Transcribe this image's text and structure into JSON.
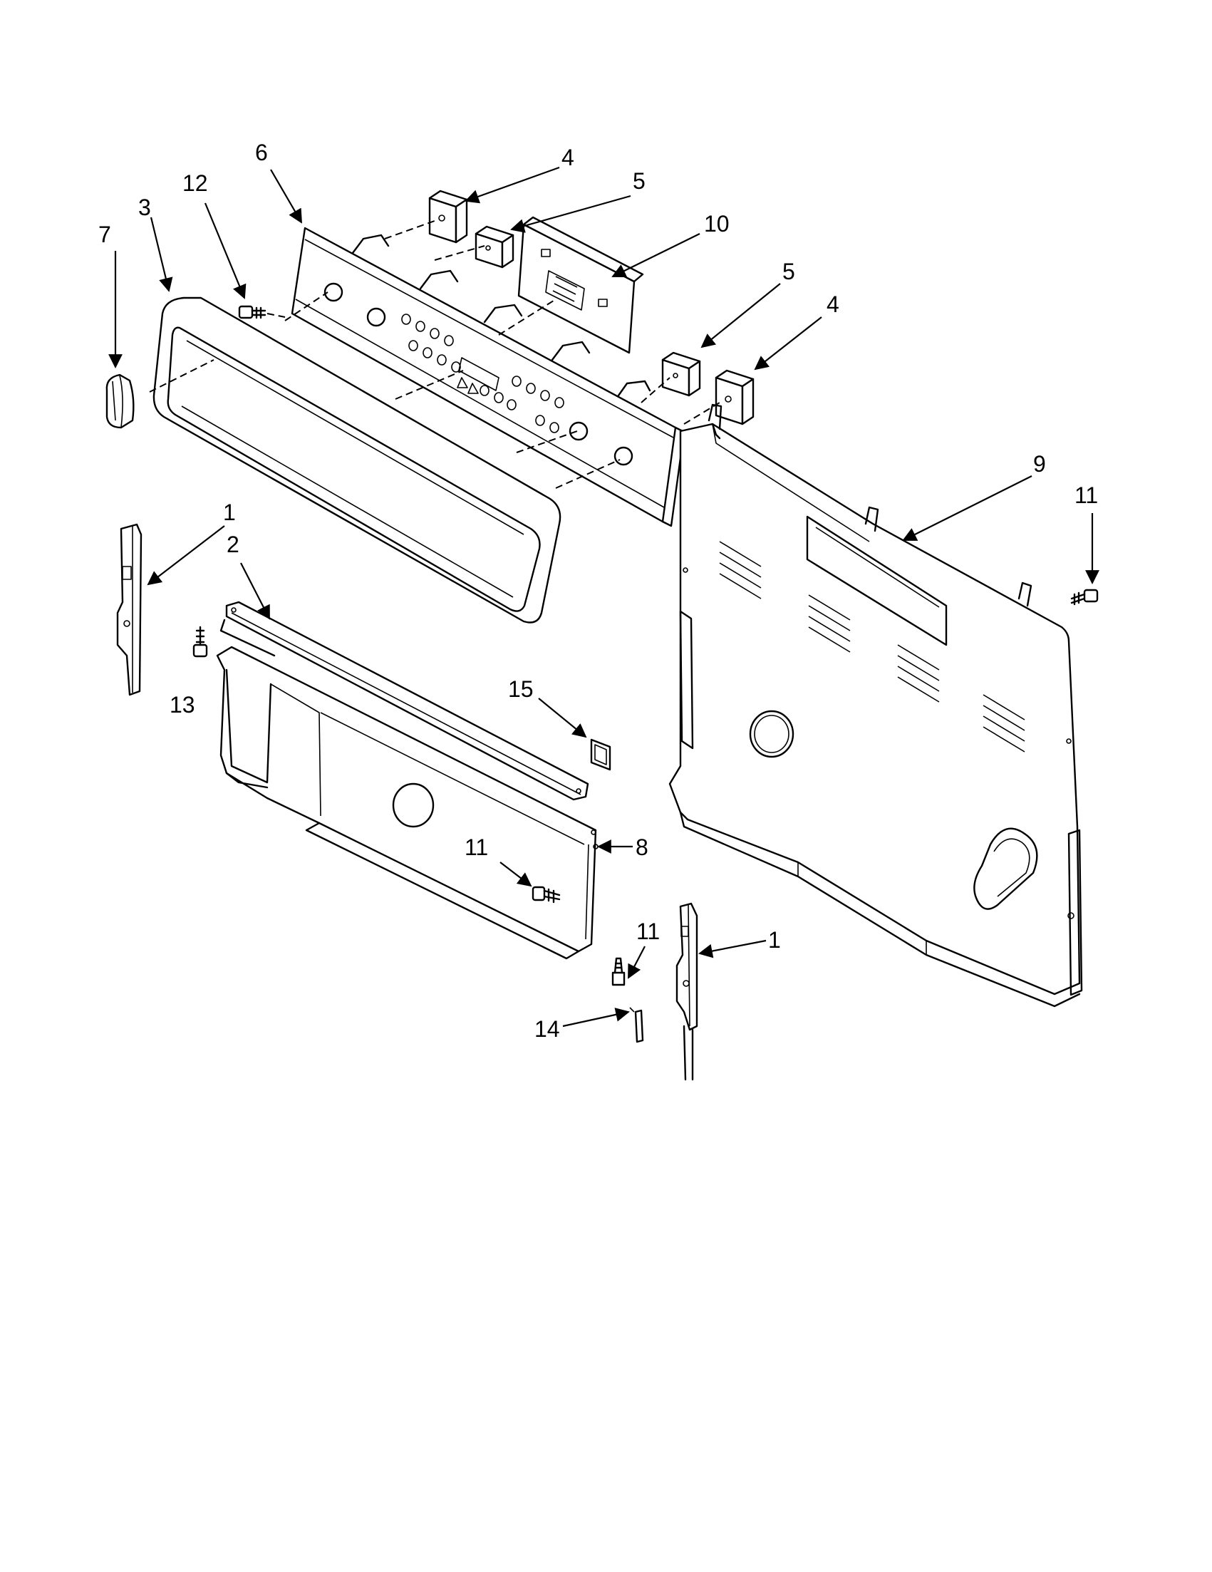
{
  "callouts": {
    "c1a": "1",
    "c1b": "1",
    "c2": "2",
    "c3": "3",
    "c4a": "4",
    "c4b": "4",
    "c5a": "5",
    "c5b": "5",
    "c6": "6",
    "c7": "7",
    "c8": "8",
    "c9": "9",
    "c10": "10",
    "c11a": "11",
    "c11b": "11",
    "c11c": "11",
    "c12": "12",
    "c13": "13",
    "c14": "14",
    "c15": "15"
  }
}
